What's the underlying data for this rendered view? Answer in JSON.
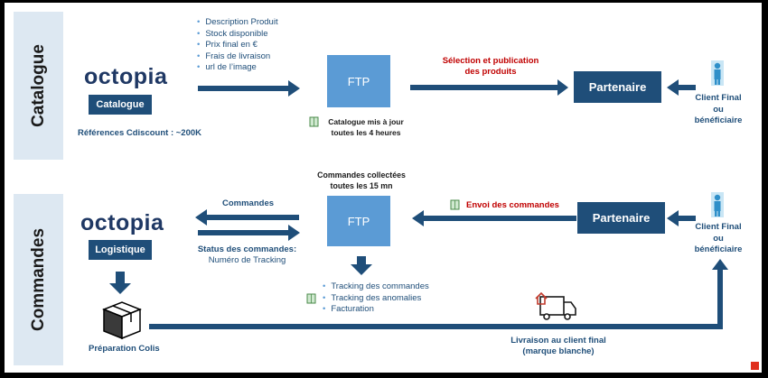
{
  "catalogue": {
    "section_label": "Catalogue",
    "logo": "octopia",
    "module_label": "Catalogue",
    "references": "Références Cdiscount : ~200K",
    "bullets": [
      "Description Produit",
      "Stock disponible",
      "Prix final en €",
      "Frais de livraison",
      "url de l’image"
    ],
    "ftp_label": "FTP",
    "ftp_note_line1": "Catalogue mis à jour",
    "ftp_note_line2": "toutes les 4 heures",
    "selection_line1": "Sélection et publication",
    "selection_line2": "des produits",
    "partner_label": "Partenaire",
    "client_line1": "Client Final",
    "client_line2": "ou",
    "client_line3": "bénéficiaire"
  },
  "commandes": {
    "section_label": "Commandes",
    "logo": "octopia",
    "module_label": "Logistique",
    "commandes_label": "Commandes",
    "status_line1": "Status des commandes:",
    "status_line2": "Numéro de Tracking",
    "collected_line1": "Commandes collectées",
    "collected_line2": "toutes les 15 mn",
    "ftp_label": "FTP",
    "envoi_label": "Envoi des commandes",
    "partner_label": "Partenaire",
    "client_line1": "Client Final",
    "client_line2": "ou",
    "client_line3": "bénéficiaire",
    "bullets": [
      "Tracking des commandes",
      "Tracking des anomalies",
      "Facturation"
    ],
    "preparation_label": "Préparation Colis",
    "livraison_line1": "Livraison au client final",
    "livraison_line2": "(marque blanche)"
  },
  "colors": {
    "dark_blue": "#1f4e79",
    "ftp_blue": "#5b9bd5",
    "accent_red": "#c00000",
    "section_bg": "#dde8f2"
  }
}
